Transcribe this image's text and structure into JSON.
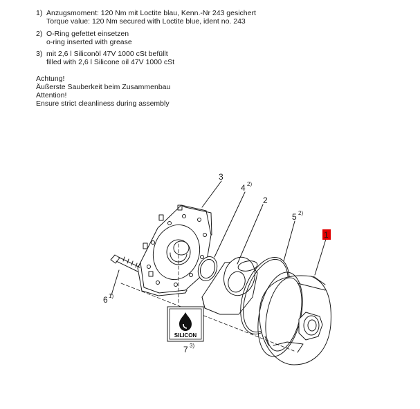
{
  "notes": {
    "n1": {
      "num": "1)",
      "de": "Anzugsmoment: 120 Nm mit Loctite blau, Kenn.-Nr 243 gesichert",
      "en": "Torque value: 120 Nm secured with Loctite blue, ident no. 243"
    },
    "n2": {
      "num": "2)",
      "de": "O-Ring gefettet einsetzen",
      "en": "o-ring inserted with grease"
    },
    "n3": {
      "num": "3)",
      "de": "mit 2,6 l Siliconöl 47V 1000 cSt befüllt",
      "en": "filled with 2,6 l Silicone oil 47V 1000 cSt"
    },
    "warning": {
      "line1": "Achtung!",
      "line2": "Äußerste Sauberkeit beim Zusammenbau",
      "line3": "Attention!",
      "line4": "Ensure strict cleanliness during assembly"
    }
  },
  "callouts": {
    "c1": "1",
    "c2": "2",
    "c3": "3",
    "c4": "4",
    "c4_sup": "2)",
    "c5": "5",
    "c5_sup": "2)",
    "c6": "6",
    "c6_sup": "1)",
    "c7": "7",
    "c7_sup": "3)"
  },
  "badge": {
    "label": "SILICON",
    "icon": "oil-drop-icon"
  },
  "colors": {
    "highlight": "#e00000",
    "ink": "#1a1a1a"
  }
}
